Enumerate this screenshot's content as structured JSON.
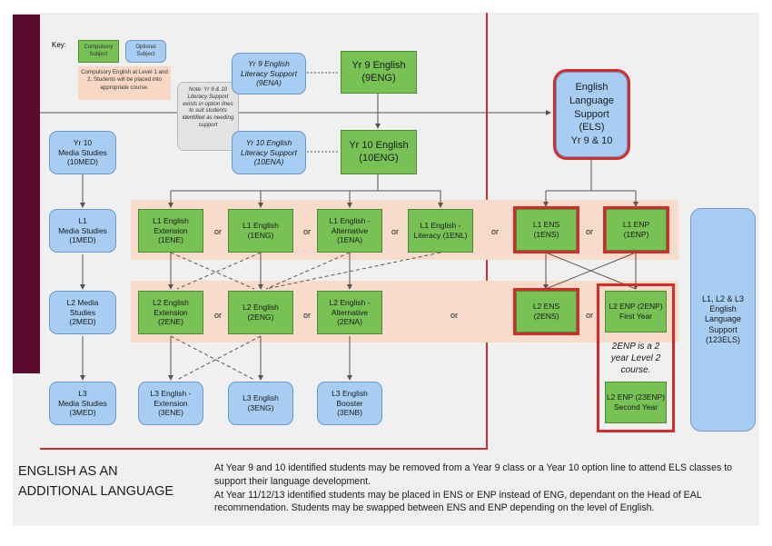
{
  "key": {
    "label": "Key:",
    "compulsory": "Compulsory Subject",
    "optional": "Optional Subject",
    "note": "Compulsory English at Level 1 and 2. Students will be placed into appropriate course."
  },
  "note": "Note: Yr 9 & 10 Literacy Support exists in option lines to suit students identified as needing support",
  "boxes": {
    "yr9_ena": {
      "line1": "Yr 9 English",
      "line2": "Literacy Support",
      "line3": "(9ENA)"
    },
    "yr9_eng": {
      "line1": "Yr 9 English",
      "line2": "(9ENG)"
    },
    "yr10_ena": {
      "line1": "Yr 10 English",
      "line2": "Literacy Support",
      "line3": "(10ENA)"
    },
    "yr10_eng": {
      "line1": "Yr 10 English",
      "line2": "(10ENG)"
    },
    "els": {
      "line1": "English",
      "line2": "Language",
      "line3": "Support",
      "line4": "(ELS)",
      "line5": "Yr 9 & 10"
    },
    "yr10_med": {
      "line1": "Yr 10",
      "line2": "Media Studies",
      "line3": "(10MED)"
    },
    "l1_med": {
      "line1": "L1",
      "line2": "Media Studies",
      "line3": "(1MED)"
    },
    "l2_med": {
      "line1": "L2 Media",
      "line2": "Studies",
      "line3": "(2MED)"
    },
    "l3_med": {
      "line1": "L3",
      "line2": "Media Studies",
      "line3": "(3MED)"
    },
    "l1_ene": {
      "line1": "L1 English",
      "line2": "Extension",
      "line3": "(1ENE)"
    },
    "l1_eng": {
      "line1": "L1 English",
      "line2": "(1ENG)"
    },
    "l1_ena": {
      "line1": "L1 English -",
      "line2": "Alternative",
      "line3": "(1ENA)"
    },
    "l1_enl": {
      "line1": "L1 English -",
      "line2": "Literacy (1ENL)"
    },
    "l1_ens": {
      "line1": "L1 ENS",
      "line2": "(1ENS)"
    },
    "l1_enp": {
      "line1": "L1 ENP",
      "line2": "(1ENP)"
    },
    "l2_ene": {
      "line1": "L2 English",
      "line2": "Extension",
      "line3": "(2ENE)"
    },
    "l2_eng": {
      "line1": "L2 English",
      "line2": "(2ENG)"
    },
    "l2_ena": {
      "line1": "L2 English -",
      "line2": "Alternative",
      "line3": "(2ENA)"
    },
    "l2_ens": {
      "line1": "L2 ENS",
      "line2": "(2ENS)"
    },
    "l2_enp": {
      "line1": "L2 ENP (2ENP)",
      "line2": "First Year"
    },
    "l2_23enp": {
      "line1": "L2 ENP (23ENP)",
      "line2": "Second Year"
    },
    "enp_note": {
      "line1": "2ENP is a 2",
      "line2": "year Level 2",
      "line3": "course."
    },
    "l3_ene": {
      "line1": "L3 English -",
      "line2": "Extension",
      "line3": "(3ENE)"
    },
    "l3_eng": {
      "line1": "L3 English",
      "line2": "(3ENG)"
    },
    "l3_enb": {
      "line1": "L3 English",
      "line2": "Booster",
      "line3": "(3ENB)"
    },
    "els123": {
      "line1": "L1, L2 & L3",
      "line2": "English",
      "line3": "Language",
      "line4": "Support",
      "line5": "(123ELS)"
    }
  },
  "or_label": "or",
  "footer": {
    "title_line1": "ENGLISH AS AN",
    "title_line2": "ADDITIONAL LANGUAGE",
    "text_line1": "At Year 9 and 10 identified students may be removed from a Year 9 class or a Year 10 option line to attend ELS classes to",
    "text_line2": "support their language development.",
    "text_line3": "At Year 11/12/13  identified students may be placed in ENS or ENP instead of ENG, dependant on the Head of EAL",
    "text_line4": "recommendation. Students may be swapped between ENS and ENP depending on the level of English."
  },
  "colors": {
    "compulsory": "#77c155",
    "optional": "#a7cdf2",
    "highlight_red": "#d42b2b",
    "band": "#f8dccb",
    "maroon": "#5b0a2e"
  }
}
